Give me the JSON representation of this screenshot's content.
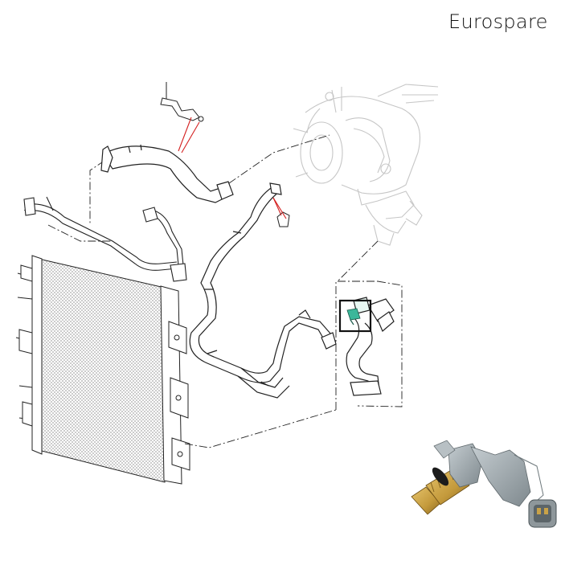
{
  "brand": {
    "name": "Eurospare"
  },
  "colors": {
    "line": "#1a1a1a",
    "faded_engine": "#c8c8c8",
    "leader_red": "#d42020",
    "sensor_highlight": "#3bb79a",
    "sensor_body": "#9aa3a8",
    "sensor_brass": "#c9a248"
  },
  "parts": [
    {
      "name": "radiator"
    },
    {
      "name": "engine-block"
    },
    {
      "name": "upper-radiator-hose"
    },
    {
      "name": "bleed-hose"
    },
    {
      "name": "lower-coolant-hose"
    },
    {
      "name": "thermostat-housing-inset"
    },
    {
      "name": "coolant-temperature-sensor"
    }
  ]
}
